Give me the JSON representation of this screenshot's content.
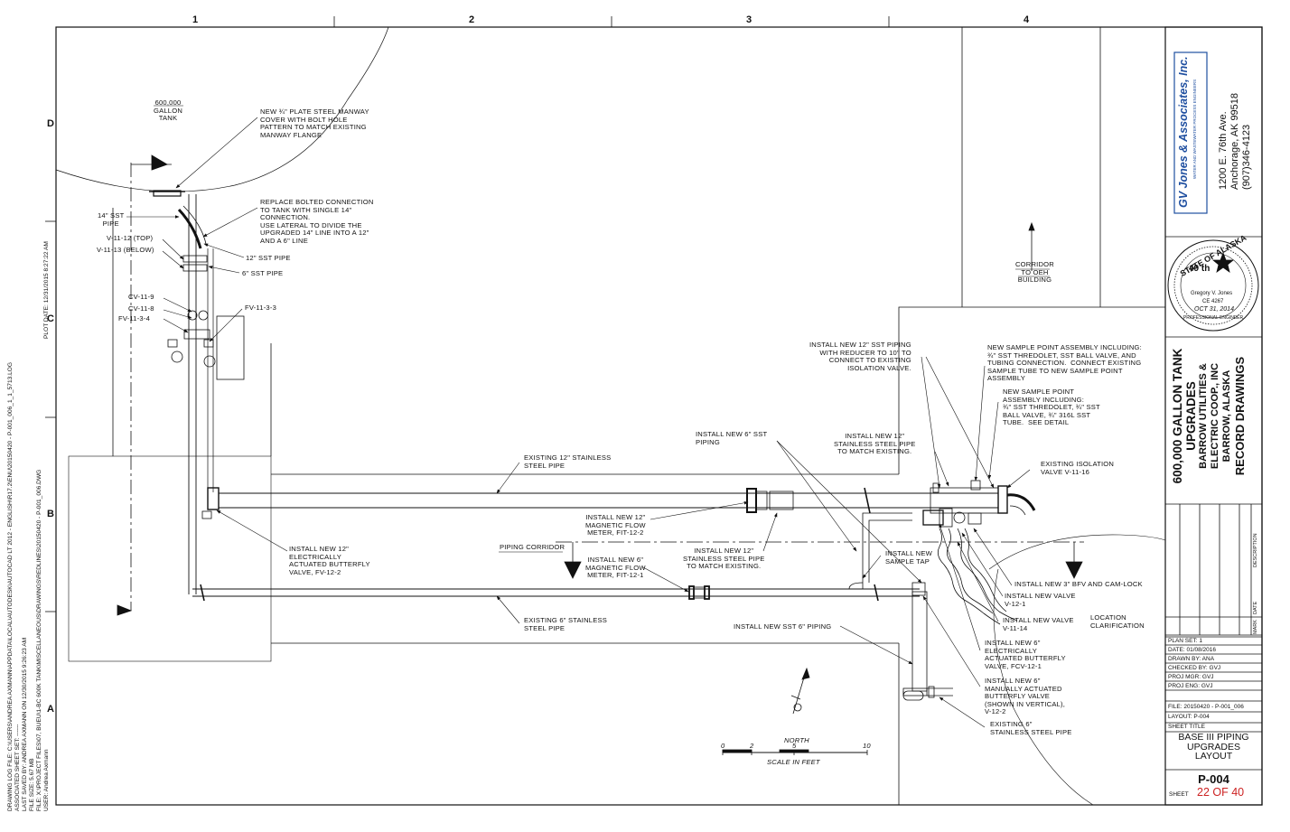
{
  "grid": {
    "columns": [
      "1",
      "2",
      "3",
      "4"
    ],
    "rows": [
      "D",
      "C",
      "B",
      "A"
    ]
  },
  "side_info": {
    "drawing_log_file": "DRAWING LOG FILE: C:\\USERS\\ANDREA AXMANN\\APPDATA\\LOCAL\\AUTODESK\\AUTOCAD LT 2012 - ENGLISH\\R17.2\\ENU\\20150420 - P-001_006_1_1_5713.LOG",
    "associated_sheet_set": "ASSOCIATED SHEET SET: ------",
    "last_saved": "LAST SAVED BY: ANDREA AXMANN ON 12/30/2015 9:26:23 AM",
    "file_size": "FILE SIZE: 5.67 MB",
    "file_path": "FILE: X:\\PROJECT FILES\\07, BUEU\\1-BC 600K TANK\\MISCELLANEOUS\\DRAWINGS\\REDLINES\\20150420 - P-001_006.DWG",
    "user": "USER: Andrea Axmann",
    "plot_date": "PLOT DATE: 12/31/2015 8:27:22 AM"
  },
  "labels": {
    "tank": "600,000\nGALLON\nTANK",
    "manway": "NEW ¾\" PLATE STEEL MANWAY\nCOVER WITH BOLT HOLE\nPATTERN TO MATCH EXISTING\nMANWAY FLANGE",
    "replace": "REPLACE BOLTED CONNECTION\nTO TANK WITH SINGLE 14\"\nCONNECTION.\nUSE LATERAL TO DIVIDE THE\nUPGRADED 14\" LINE INTO A 12\"\nAND A 6\" LINE",
    "pipe14": "14\" SST\nPIPE",
    "v_top": "V-11-12 (TOP)",
    "v_below": "V-11-13 (BELOW)",
    "pipe12": "12\" SST PIPE",
    "pipe6": "6\" SST PIPE",
    "cv9": "CV-11-9",
    "cv8": "CV-11-8",
    "fv4": "FV-11-3-4",
    "fv3": "FV-11-3-3",
    "corridor_oeh": "CORRIDOR\nTO OEH\nBUILDING",
    "install_12_sst": "INSTALL NEW 12\" SST PIPING\nWITH REDUCER TO 10\" TO\nCONNECT TO EXISTING\nISOLATION VALVE.",
    "sample_assembly": "NEW SAMPLE POINT ASSEMBLY INCLUDING:\n¾\" SST THREDOLET, SST BALL VALVE, AND\nTUBING CONNECTION.  CONNECT EXISTING\nSAMPLE TUBE TO NEW SAMPLE POINT\nASSEMBLY",
    "sample_point": "NEW SAMPLE POINT\nASSEMBLY INCLUDING:\n¾\" SST THREDOLET, ¾\" SST\nBALL VALVE, ¾\" 316L SST\nTUBE.  SEE DETAIL",
    "install_6_sst": "INSTALL NEW 6\" SST\nPIPING",
    "install_12_ss": "INSTALL NEW 12\"\nSTAINLESS STEEL PIPE\nTO MATCH EXISTING.",
    "existing_iso": "EXISTING ISOLATION\nVALVE V-11-16",
    "existing_12": "EXISTING 12\" STAINLESS\nSTEEL PIPE",
    "mag_12": "INSTALL NEW 12\"\nMAGNETIC FLOW\nMETER, FIT-12-2",
    "piping_corridor": "PIPING CORRIDOR",
    "install_12_ss2": "INSTALL NEW 12\"\nSTAINLESS STEEL PIPE\nTO MATCH EXISTING.",
    "mag_6": "INSTALL NEW 6\"\nMAGNETIC FLOW\nMETER, FIT-12-1",
    "sample_tap": "INSTALL NEW\nSAMPLE TAP",
    "butterfly_12": "INSTALL NEW 12\"\nELECTRICALLY\nACTUATED BUTTERFLY\nVALVE, FV-12-2",
    "bfv3": "INSTALL NEW 3\" BFV AND CAM-LOCK",
    "valve_1": "INSTALL NEW VALVE\nV-12-1",
    "valve_14": "INSTALL NEW VALVE\nV-11-14",
    "loc_clar": "LOCATION\nCLARIFICATION",
    "existing_6": "EXISTING 6\" STAINLESS\nSTEEL PIPE",
    "install_sst6": "INSTALL NEW SST 6\" PIPING",
    "elec_6": "INSTALL NEW 6\"\nELECTRICALLY\nACTUATED BUTTERFLY\nVALVE, FCV-12-1",
    "manual_6": "INSTALL NEW 6\"\nMANUALLY ACTUATED\nBUTTERFLY VALVE\n(SHOWN IN VERTICAL),\nV-12-2",
    "existing_6b": "EXISTING 6\"\nSTAINLESS STEEL PIPE",
    "north": "NORTH",
    "scale": "SCALE IN FEET",
    "scale_ticks": [
      "0",
      "2",
      "5",
      "10"
    ]
  },
  "title_block": {
    "company": "GV Jones & Associates, Inc.",
    "company_sub": "WATER AND WASTEWATER PROCESS ENGINEERS",
    "address1": "1200 E. 76th Ave.",
    "address2": "Anchorage, AK 99518",
    "phone": "(907)346-4123",
    "seal_state": "STATE OF ALASKA",
    "seal_num": "49 th",
    "seal_name": "Gregory V. Jones",
    "seal_ce": "CE 4267",
    "seal_date": "OCT 31, 2014",
    "seal_bottom": "PROFESSIONAL ENGINEER",
    "project_title1": "600,000 GALLON TANK",
    "project_title2": "UPGRADES",
    "client1": "BARROW UTILITIES &",
    "client2": "ELECTRIC COOP., INC",
    "client3": "BARROW, ALASKA",
    "record": "RECORD DRAWINGS",
    "rev_headers": [
      "MARK",
      "DATE",
      "DESCRIPTION"
    ],
    "plan_set": "PLAN SET: 1",
    "date": "DATE: 01/08/2016",
    "drawn_by": "DRAWN BY: ANA",
    "checked_by": "CHECKED BY: GVJ",
    "proj_mgr": "PROJ MGR: GVJ",
    "proj_eng": "PROJ ENG: GVJ",
    "file": "FILE: 20150420 - P-001_006",
    "layout": "LAYOUT: P-004",
    "sheet_title_lbl": "SHEET TITLE",
    "sheet_title": "BASE III PIPING\nUPGRADES\nLAYOUT",
    "sheet_num": "P-004",
    "sheet_lbl": "SHEET",
    "sheet_of": "22 OF 40"
  },
  "colors": {
    "ink": "#111111",
    "sheet_count": "#cc2222",
    "logo_blue": "#1f4fa0"
  }
}
